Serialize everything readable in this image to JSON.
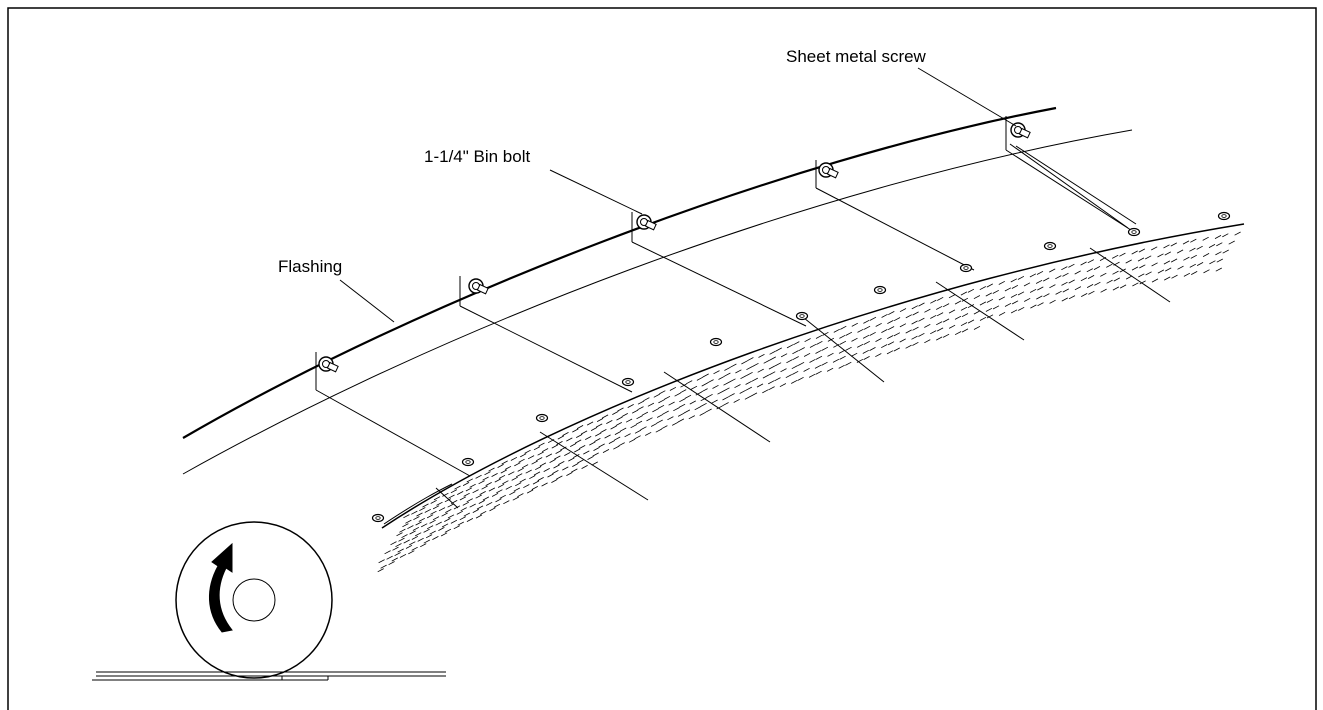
{
  "labels": {
    "sheet_metal_screw": "Sheet metal screw",
    "bin_bolt": "1-1/4\" Bin bolt",
    "flashing": "Flashing"
  },
  "colors": {
    "stroke": "#000000",
    "background": "#ffffff"
  },
  "icons": {
    "rotation": "curved-arrow-icon"
  }
}
